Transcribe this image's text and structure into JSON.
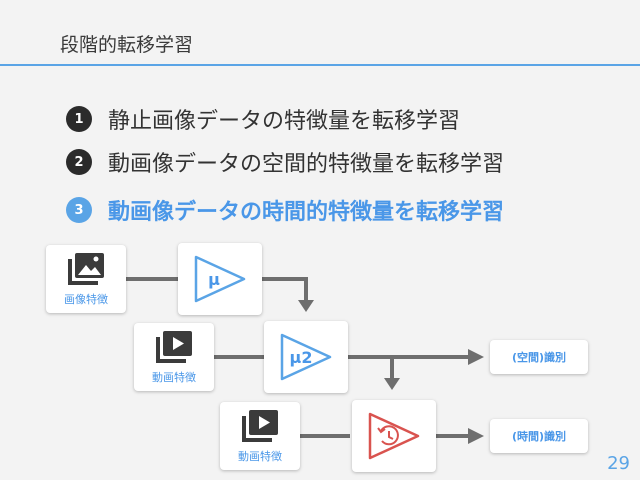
{
  "slide": {
    "title": "段階的転移学習",
    "page_number": "29",
    "accent_color": "#5aa4e6",
    "transfer_color": "#d9534f"
  },
  "items": [
    {
      "number": "1",
      "text": "静止画像データの特徴量を転移学習",
      "active": false
    },
    {
      "number": "2",
      "text": "動画像データの空間的特徴量を転移学習",
      "active": false
    },
    {
      "number": "3",
      "text": "動画像データの時間的特徴量を転移学習",
      "active": true
    }
  ],
  "diagram": {
    "sources": [
      {
        "label": "画像特徴",
        "icon": "image-stack-icon"
      },
      {
        "label": "動画特徴",
        "icon": "video-stack-icon"
      },
      {
        "label": "動画特徴",
        "icon": "video-stack-icon"
      }
    ],
    "models": [
      {
        "symbol": "μ",
        "icon": "triangle-icon"
      },
      {
        "symbol": "μ2",
        "icon": "triangle-icon"
      },
      {
        "symbol": "",
        "icon": "history-clock-icon"
      }
    ],
    "outputs": [
      {
        "label": "(空間)識別"
      },
      {
        "label": "(時間)識別"
      }
    ]
  }
}
